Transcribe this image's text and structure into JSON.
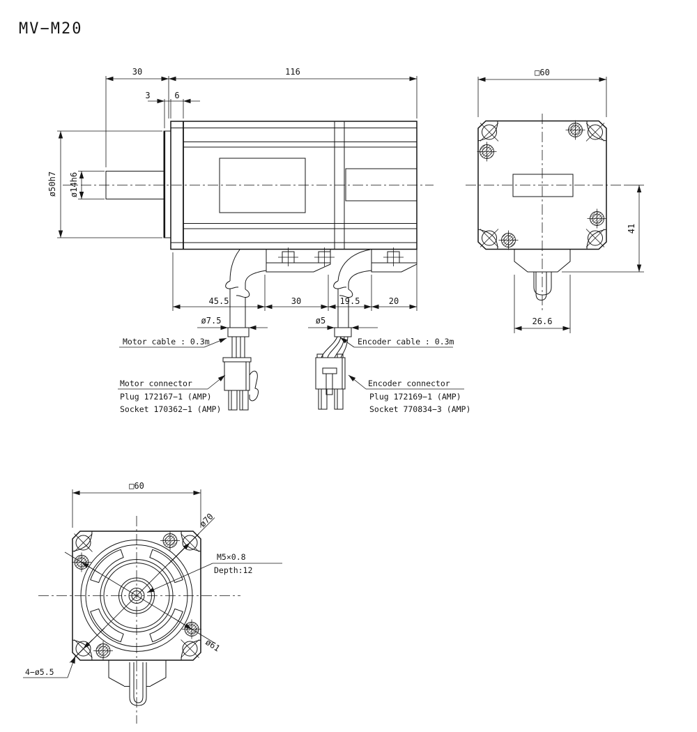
{
  "title": "MV−M20",
  "side_view": {
    "dim_shaft_length": "30",
    "dim_body_length": "116",
    "dim_boss_thickness": "3",
    "dim_flange_thickness": "6",
    "dim_flange_dia": "ø50h7",
    "dim_shaft_dia": "ø14h6",
    "dim_front_to_motor_cable": "45.5",
    "dim_motor_to_encoder_cable": "30",
    "dim_encoder_cable_offset": "19.5",
    "dim_rear_offset": "20",
    "dim_motor_cable_dia": "ø7.5",
    "dim_encoder_cable_dia": "ø5"
  },
  "rear_view": {
    "dim_frame": "□60",
    "dim_center_to_bottom": "41",
    "dim_cable_exit_width": "26.6"
  },
  "front_view": {
    "dim_frame": "□60",
    "dim_bolt_circle": "ø70",
    "dim_screw_circle": "ø61",
    "label_tap": "M5×0.8",
    "label_tap_depth": "Depth:12",
    "label_mount_holes": "4−ø5.5"
  },
  "callouts": {
    "motor_cable": "Motor cable : 0.3m",
    "encoder_cable": "Encoder cable : 0.3m",
    "motor_connector_title": "Motor connector",
    "motor_connector_plug": "Plug 172167−1 (AMP)",
    "motor_connector_socket": "Socket 170362−1 (AMP)",
    "encoder_connector_title": "Encoder connector",
    "encoder_connector_plug": "Plug 172169−1 (AMP)",
    "encoder_connector_socket": "Socket 770834−3 (AMP)"
  }
}
